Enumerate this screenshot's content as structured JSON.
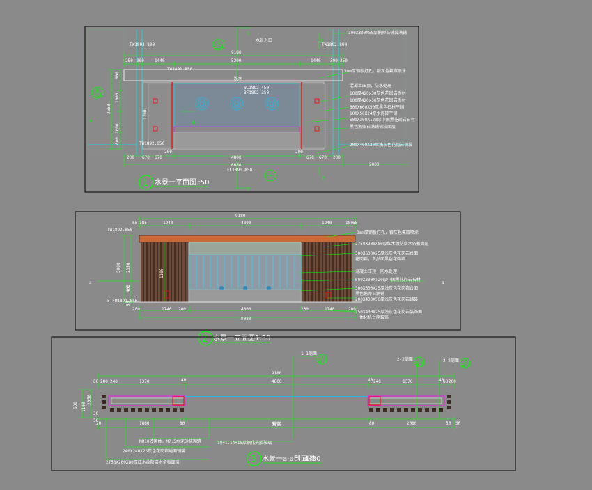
{
  "panel1": {
    "title_num": "1",
    "title": "水景一平面图",
    "scale": "1:50",
    "top_label": "水景入口",
    "section_marks": [
      "1",
      "2",
      "2",
      "1",
      "4",
      "4"
    ],
    "bubble_text": [
      "1",
      "6.4",
      "B",
      "6.4",
      "2"
    ],
    "levels": [
      "TW1892.800",
      "TW1892.800",
      "TW1891.850",
      "WL1892.450",
      "BF1892.350",
      "TW1892.050",
      "FL1891.850"
    ],
    "top_dims": [
      "9180",
      "250",
      "300",
      "1440",
      "5200",
      "1440",
      "300",
      "250"
    ],
    "bottom_dims": [
      "200",
      "670",
      "670",
      "200",
      "4800",
      "200",
      "670",
      "670",
      "200",
      "6680",
      "2000"
    ],
    "left_dims": [
      "2650",
      "800",
      "1000",
      "1200",
      "1000",
      "800"
    ],
    "center_label": "跌水",
    "notes": [
      "300X300X50厚鹅卵石铺装满铺",
      "3mm厚钢板打孔，银灰色氟碳喷涂",
      "混凝土压顶，防水处理",
      "100厚420x30灰色花岗岩板材",
      "100厚420x30灰色花岗岩板材",
      "600X600X50厚黑色石材平铺",
      "100X50X24厚水泥砖平铺",
      "600X300X120厚中国黑花岗岩石材",
      "黑色鹅卵石满铺铺装面层",
      "200X400X30厚浅灰色花岗岩铺装"
    ]
  },
  "panel2": {
    "title_num": "2",
    "title": "水景一立面图一",
    "scale": "1:50",
    "top_dims": [
      "9180",
      "65",
      "185",
      "1940",
      "4800",
      "1940",
      "185",
      "65"
    ],
    "bottom_dims": [
      "200",
      "1740",
      "200",
      "4800",
      "200",
      "1740",
      "200",
      "9080"
    ],
    "left_dims": [
      "5000",
      "2350",
      "1100",
      "400",
      "50"
    ],
    "level": "TW1892.850",
    "level2": "5.4M1891.850",
    "section_mark": "a",
    "notes": [
      "3mm厚钢板打孔，银灰色氟碳喷涂",
      "2750X200X80厚红木纹防腐木条板面层",
      "300X600X25厚浅灰色花岗岩台面",
      "花岗岩，自然面黑色花岗岩",
      "混凝土压顶，防水处理",
      "600X300X120厚中国黑花岗岩石材",
      "300X600X25厚浅灰色花岗岩台面",
      "黑色鹅卵石满铺",
      "200X400X50厚浅灰色花岗岩铺装",
      "150X400X25厚浅灰色花岗岩装饰面",
      "一体化机台座装饰"
    ]
  },
  "panel3": {
    "title_num": "3",
    "title": "水景一a-a剖面图",
    "scale": "1:30",
    "top_dims": [
      "9180",
      "4800",
      "60",
      "200",
      "240",
      "1370",
      "40",
      "40",
      "240",
      "1370",
      "40",
      "60",
      "200"
    ],
    "bottom_dims": [
      "9180",
      "20",
      "1860",
      "80",
      "4800",
      "80",
      "2080",
      "50",
      "50"
    ],
    "left_dims": [
      "600",
      "1100",
      "50",
      "20",
      "30",
      "50"
    ],
    "callouts": [
      "1-1剖面",
      "2-2剖面",
      "2-2剖面"
    ],
    "bubble_text": [
      "3",
      "6.4",
      "1",
      "6.5",
      "2",
      "6.5"
    ],
    "notes": [
      "MU10砖砌体，M7.5水泥砂浆砌筑",
      "240X240X25灰色花岗岩地面铺装",
      "2750X200X80厚红木纹防腐木条板面层",
      "10+1.14+10厚钢化夹胶玻璃"
    ]
  },
  "colors": {
    "background": "#8a8a8a",
    "frame": "#000000",
    "dim": "#00ff00",
    "cyan": "#00e5e5",
    "red": "#ff0000",
    "wood": "#8b4a2b",
    "magenta": "#ff00ff",
    "water": "#2f86b8"
  }
}
